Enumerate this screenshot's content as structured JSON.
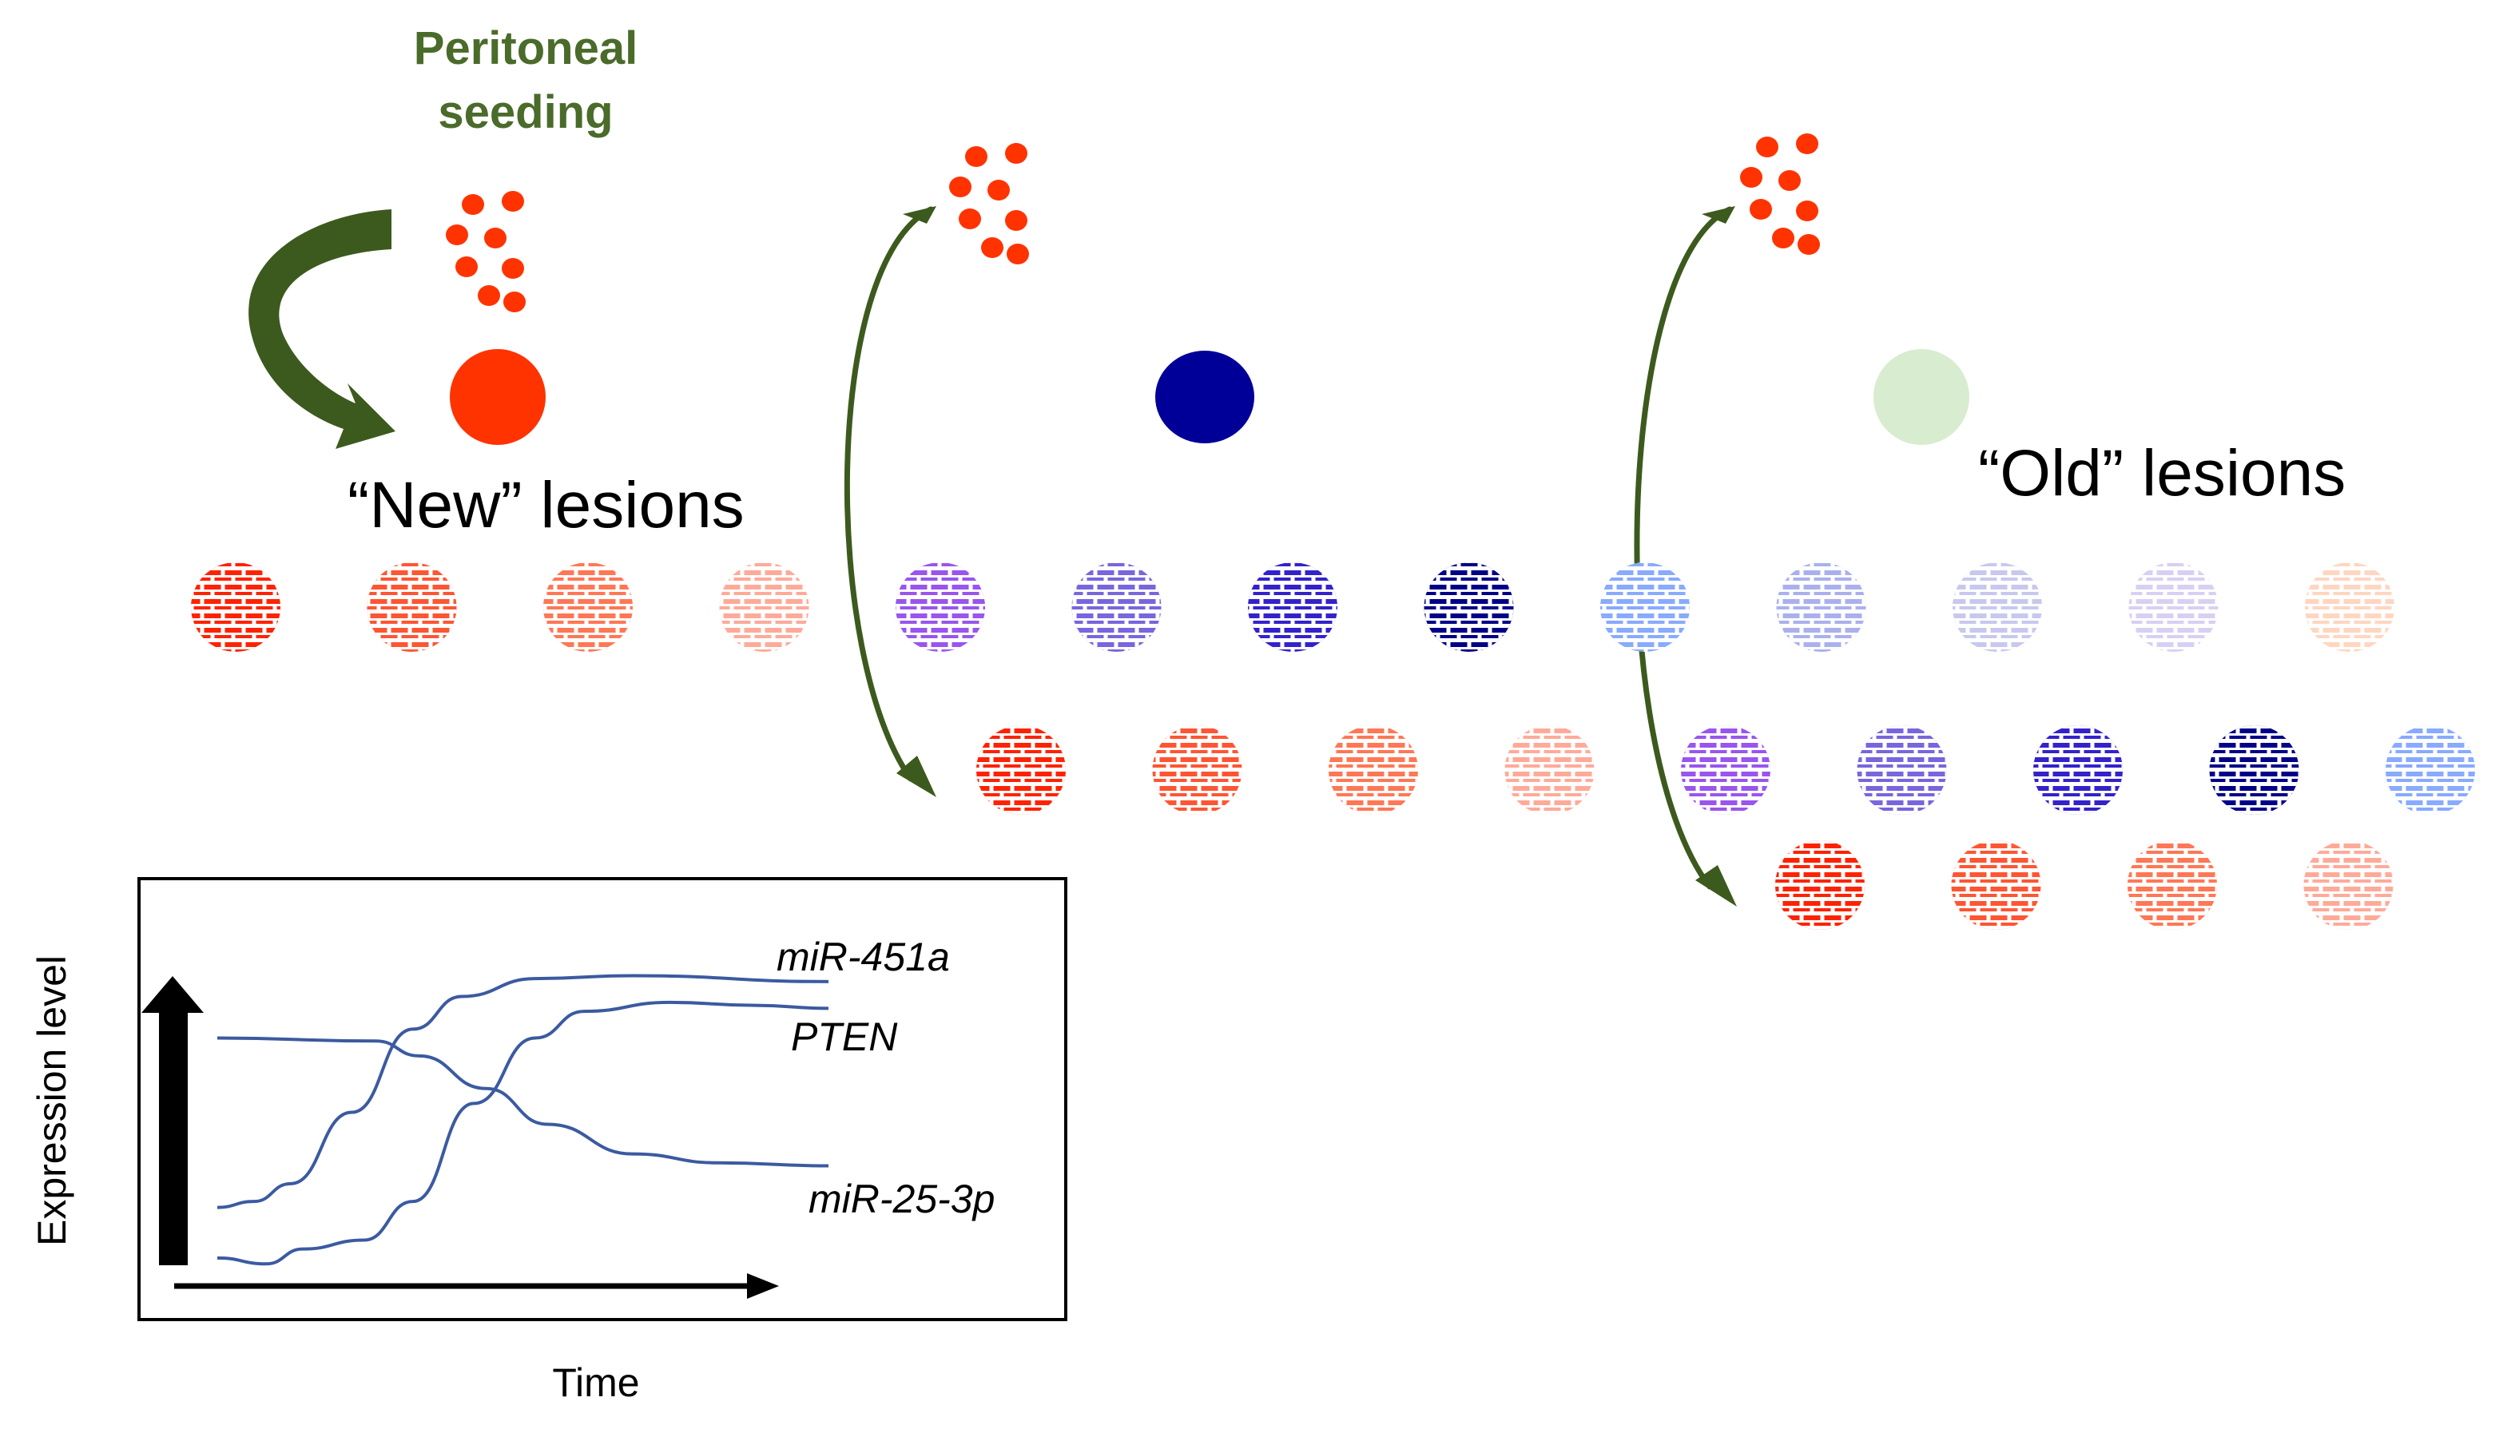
{
  "diagram": {
    "seeding_title": [
      "Peritoneal",
      "seeding"
    ],
    "new_label": "“New” lesions",
    "old_label": "“Old” lesions"
  },
  "colors": {
    "arrow_green": "#3d5a1e",
    "title_green": "#4a6b2a",
    "seed_red": "#ff3300",
    "new_lesion": "#ff3300",
    "mid_lesion": "#000099",
    "old_lesion": "#d8ecd0",
    "curve": "#3b5aa0",
    "row_palette": [
      "#ff2200",
      "#ff5533",
      "#ff7755",
      "#ffaa99",
      "#9955ee",
      "#7766dd",
      "#3322cc",
      "#000088",
      "#88aaff",
      "#aab0ee",
      "#c8c8ee",
      "#d8d0f2",
      "#ffd6c0"
    ]
  },
  "chart_data": {
    "type": "line",
    "xlabel": "Time",
    "ylabel": "Expression level",
    "series": [
      {
        "name": "miR-451a",
        "values": [
          [
            0.0,
            0.2
          ],
          [
            0.06,
            0.22
          ],
          [
            0.12,
            0.28
          ],
          [
            0.22,
            0.52
          ],
          [
            0.32,
            0.8
          ],
          [
            0.4,
            0.91
          ],
          [
            0.52,
            0.97
          ],
          [
            0.68,
            0.98
          ],
          [
            1.0,
            0.96
          ]
        ]
      },
      {
        "name": "PTEN",
        "values": [
          [
            0.0,
            0.03
          ],
          [
            0.08,
            0.01
          ],
          [
            0.14,
            0.06
          ],
          [
            0.24,
            0.09
          ],
          [
            0.32,
            0.22
          ],
          [
            0.42,
            0.55
          ],
          [
            0.52,
            0.77
          ],
          [
            0.6,
            0.86
          ],
          [
            0.74,
            0.89
          ],
          [
            0.88,
            0.88
          ],
          [
            1.0,
            0.87
          ]
        ]
      },
      {
        "name": "miR-25-3p",
        "values": [
          [
            0.0,
            0.77
          ],
          [
            0.26,
            0.76
          ],
          [
            0.33,
            0.71
          ],
          [
            0.44,
            0.6
          ],
          [
            0.54,
            0.48
          ],
          [
            0.68,
            0.38
          ],
          [
            0.82,
            0.35
          ],
          [
            1.0,
            0.34
          ]
        ]
      }
    ]
  }
}
